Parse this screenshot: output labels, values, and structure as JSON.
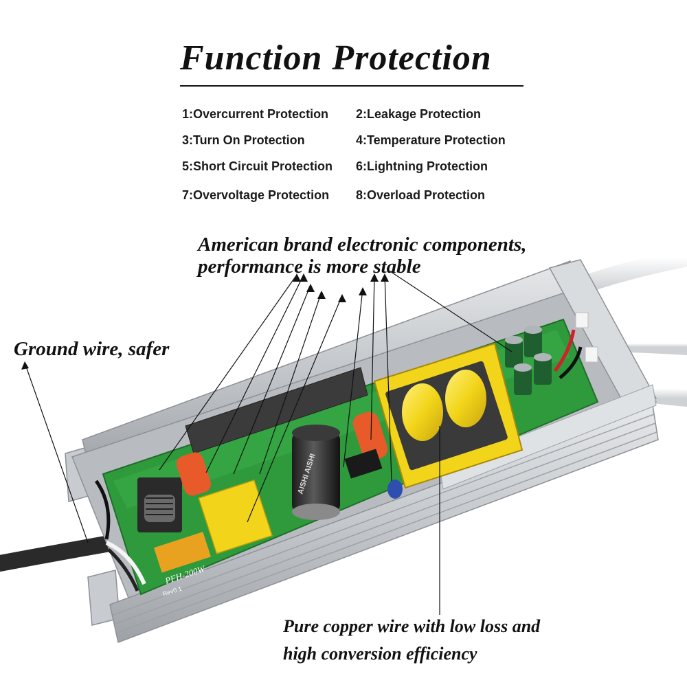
{
  "title": "Function Protection",
  "protections": [
    "1:Overcurrent Protection",
    "2:Leakage Protection",
    "3:Turn On Protection",
    "4:Temperature Protection",
    "5:Short Circuit Protection",
    "6:Lightning Protection",
    "7:Overvoltage Protection",
    "8:Overload Protection"
  ],
  "callouts": {
    "components_line1": "American brand electronic components,",
    "components_line2": "performance is more stable",
    "ground": "Ground wire, safer",
    "copper_line1": "Pure copper wire with low loss and",
    "copper_line2": "high conversion efficiency"
  },
  "board_markings": {
    "model": "PFH-200W",
    "revision": "Rev0.1",
    "capacitor_brand": "AISHI AISHI"
  },
  "colors": {
    "pcb_green": "#2f9a3c",
    "aluminum": "#c9ccd0",
    "transformer_yellow": "#f2d51a",
    "capacitor_red": "#e85a2a",
    "text": "#111111"
  }
}
